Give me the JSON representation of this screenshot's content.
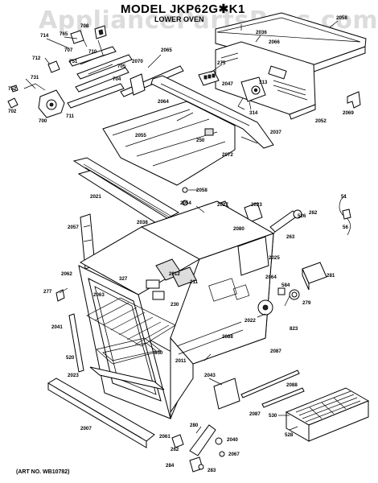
{
  "watermark": "AppliancePartsPros.com",
  "title": "MODEL JKP62G✱K1",
  "subtitle": "LOWER OVEN",
  "art_no": "(ART NO. WB10782)",
  "callouts": [
    {
      "id": "714",
      "text": "714"
    },
    {
      "id": "765",
      "text": "765"
    },
    {
      "id": "708",
      "text": "708"
    },
    {
      "id": "707",
      "text": "707"
    },
    {
      "id": "710",
      "text": "710"
    },
    {
      "id": "712",
      "text": "712"
    },
    {
      "id": "751",
      "text": "751"
    },
    {
      "id": "705",
      "text": "705"
    },
    {
      "id": "2070",
      "text": "2070"
    },
    {
      "id": "2065",
      "text": "2065"
    },
    {
      "id": "2036",
      "text": "2036"
    },
    {
      "id": "2066",
      "text": "2066"
    },
    {
      "id": "2058",
      "text": "2058"
    },
    {
      "id": "275",
      "text": "275"
    },
    {
      "id": "2047",
      "text": "2047"
    },
    {
      "id": "313",
      "text": "313"
    },
    {
      "id": "752",
      "text": "752"
    },
    {
      "id": "731",
      "text": "731"
    },
    {
      "id": "704",
      "text": "704"
    },
    {
      "id": "2064",
      "text": "2064"
    },
    {
      "id": "711",
      "text": "711"
    },
    {
      "id": "702",
      "text": "702"
    },
    {
      "id": "700",
      "text": "700"
    },
    {
      "id": "314",
      "text": "314"
    },
    {
      "id": "2052",
      "text": "2052"
    },
    {
      "id": "2069",
      "text": "2069"
    },
    {
      "id": "2037",
      "text": "2037"
    },
    {
      "id": "250",
      "text": "250"
    },
    {
      "id": "2072",
      "text": "2072"
    },
    {
      "id": "2055",
      "text": "2055"
    },
    {
      "id": "2058b",
      "text": "2058"
    },
    {
      "id": "2021",
      "text": "2021"
    },
    {
      "id": "2054",
      "text": "2054"
    },
    {
      "id": "2027",
      "text": "2027"
    },
    {
      "id": "2023",
      "text": "2023"
    },
    {
      "id": "51",
      "text": "51"
    },
    {
      "id": "2057",
      "text": "2057"
    },
    {
      "id": "2038",
      "text": "2038"
    },
    {
      "id": "526",
      "text": "526"
    },
    {
      "id": "262",
      "text": "262"
    },
    {
      "id": "2080",
      "text": "2080"
    },
    {
      "id": "263",
      "text": "263"
    },
    {
      "id": "56",
      "text": "56"
    },
    {
      "id": "2025",
      "text": "2025"
    },
    {
      "id": "2062",
      "text": "2062"
    },
    {
      "id": "327",
      "text": "327"
    },
    {
      "id": "2012",
      "text": "2012"
    },
    {
      "id": "211",
      "text": "211"
    },
    {
      "id": "2064b",
      "text": "2064"
    },
    {
      "id": "281",
      "text": "281"
    },
    {
      "id": "277",
      "text": "277"
    },
    {
      "id": "2063",
      "text": "2063"
    },
    {
      "id": "230",
      "text": "230"
    },
    {
      "id": "584",
      "text": "584"
    },
    {
      "id": "279",
      "text": "279"
    },
    {
      "id": "2041",
      "text": "2041"
    },
    {
      "id": "2022",
      "text": "2022"
    },
    {
      "id": "823",
      "text": "823"
    },
    {
      "id": "2088",
      "text": "2088"
    },
    {
      "id": "2087",
      "text": "2087"
    },
    {
      "id": "520",
      "text": "520"
    },
    {
      "id": "850",
      "text": "850"
    },
    {
      "id": "2011",
      "text": "2011"
    },
    {
      "id": "2023b",
      "text": "2023"
    },
    {
      "id": "2043",
      "text": "2043"
    },
    {
      "id": "2088b",
      "text": "2088"
    },
    {
      "id": "2087b",
      "text": "2087"
    },
    {
      "id": "530",
      "text": "530"
    },
    {
      "id": "528",
      "text": "528"
    },
    {
      "id": "2007",
      "text": "2007"
    },
    {
      "id": "2061",
      "text": "2061"
    },
    {
      "id": "280",
      "text": "280"
    },
    {
      "id": "262b",
      "text": "262"
    },
    {
      "id": "2040",
      "text": "2040"
    },
    {
      "id": "2067",
      "text": "2067"
    },
    {
      "id": "284",
      "text": "284"
    },
    {
      "id": "283",
      "text": "283"
    }
  ]
}
